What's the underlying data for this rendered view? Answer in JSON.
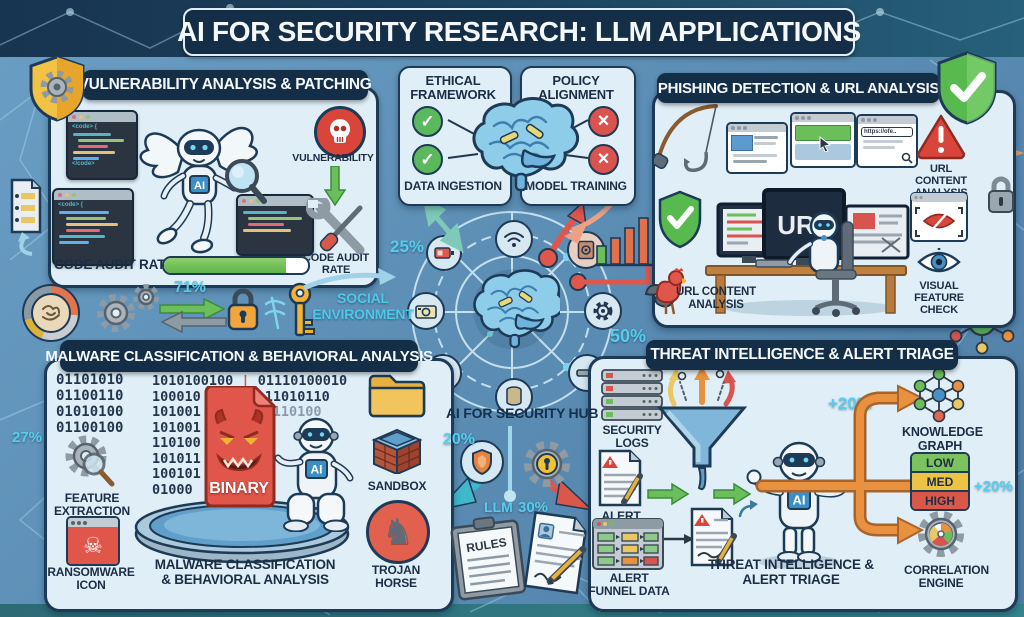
{
  "title": "AI FOR SECURITY RESEARCH: LLM APPLICATIONS",
  "colors": {
    "accent_cyan": "#55cdec",
    "banner_navy": "#152e47",
    "card_bg": "#dfeef7",
    "green": "#5cb85c",
    "red": "#d9534f",
    "orange": "#e8913f",
    "gold": "#f2b233"
  },
  "robots": {
    "chest": "AI"
  },
  "vulnerability": {
    "header": "VULNERABILITY ANALYSIS & PATCHING",
    "skull_label": "VULNERABILITY",
    "code_audit_rate": "CODE AUDIT RATE",
    "code_audit_rate_side": "CODE AUDIT RATE",
    "progress_pct": 85,
    "code_open": "<code> {",
    "code_close": "</code>"
  },
  "phishing": {
    "header": "PHISHING DETECTION & URL ANALYSIS",
    "url_bar": "https://ofe..",
    "monitor_text": "URL",
    "url_content_analysis_right": "URL CONTENT ANALYSIS",
    "url_content_analysis_bottom": "URL CONTENT ANALYSIS",
    "visual_feature_check": "VISUAL FEATURE CHECK"
  },
  "malware": {
    "header": "MALWARE CLASSIFICATION & BEHAVIORAL ANALYSIS",
    "binary_left": [
      "01101010",
      "01100110",
      "01010100",
      "01100100"
    ],
    "binary_col": [
      "1010100100",
      "100010",
      "101001",
      "101001",
      "110100",
      "101011",
      "100101",
      "01000"
    ],
    "binary_right": [
      "01110100010",
      "11010110",
      "110100"
    ],
    "separator": "|",
    "feature_extraction": "FEATURE EXTRACTION",
    "ransomware_icon": "RANSOMWARE ICON",
    "binary_label": "BINARY",
    "sandbox": "SANDBOX",
    "trojan_horse": "TROJAN HORSE",
    "caption": "MALWARE CLASSIFICATION & BEHAVIORAL ANALYSIS"
  },
  "threat": {
    "header": "THREAT INTELLIGENCE & ALERT TRIAGE",
    "security_logs": "SECURITY LOGS",
    "alert": "ALERT",
    "alert_funnel_data": "ALERT FUNNEL DATA",
    "caption": "THREAT INTELLIGENCE & ALERT TRIAGE",
    "knowledge_graph": "KNOWLEDGE GRAPH",
    "severity_levels": [
      "LOW",
      "MED",
      "HIGH"
    ],
    "correlation_engine": "CORRELATION ENGINE",
    "boost": "+20%",
    "rules": "RULES"
  },
  "center": {
    "ethical_framework": "ETHICAL FRAMEWORK",
    "data_ingestion": "DATA INGESTION",
    "policy_alignment": "POLICY ALIGNMENT",
    "model_training": "MODEL TRAINING",
    "hub_label": "AI FOR SECURITY HUB",
    "social_environment": "SOCIAL ENVIRONMENT"
  },
  "metrics": {
    "audit_25": "25%",
    "hub_50": "50%",
    "exchange_71": "71%",
    "edge_27": "27%",
    "hub_20": "20%",
    "llm": "LLM",
    "llm_30": "30%",
    "graph_plus20": "+20%",
    "edge_plus20": "+20%"
  }
}
